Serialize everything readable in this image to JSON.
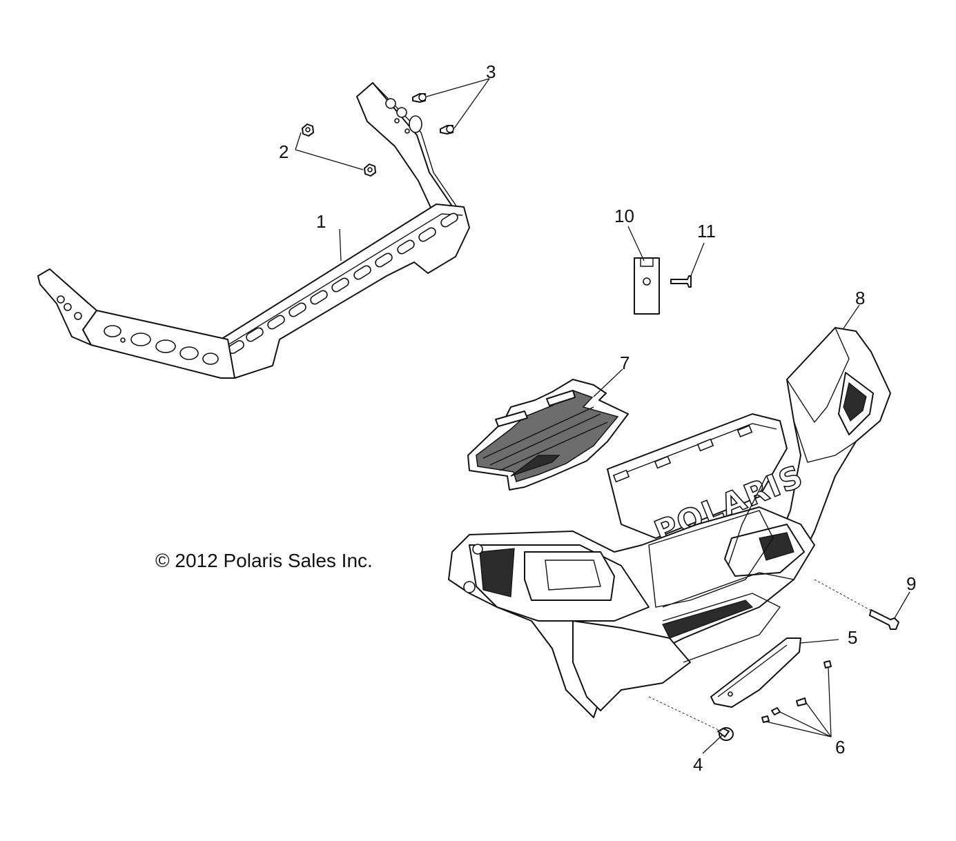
{
  "copyright": "© 2012 Polaris Sales Inc.",
  "brand_text": "POLARIS",
  "callouts": {
    "c1": "1",
    "c2": "2",
    "c3": "3",
    "c4": "4",
    "c5": "5",
    "c6": "6",
    "c7": "7",
    "c8": "8",
    "c9": "9",
    "c10": "10",
    "c11": "11"
  }
}
